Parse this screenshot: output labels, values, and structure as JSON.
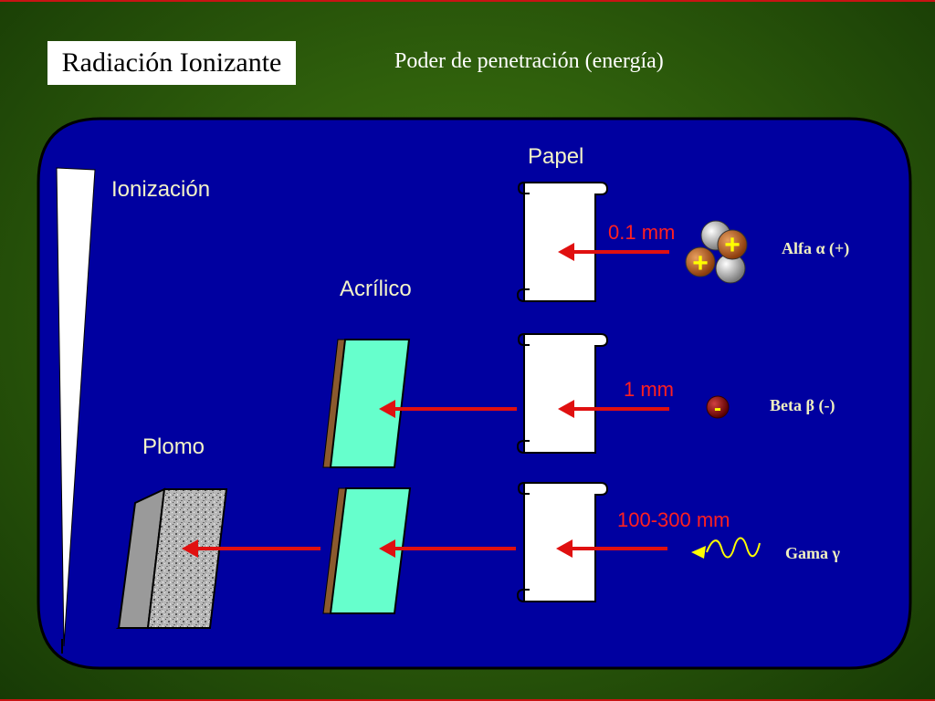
{
  "title": "Radiación Ionizante",
  "subtitle": "Poder de penetración (energía)",
  "ionization_label": "Ionización",
  "materials": {
    "paper": "Papel",
    "acrylic": "Acrílico",
    "lead": "Plomo"
  },
  "rows": [
    {
      "thickness": "0.1 mm",
      "radiation": "Alfa α (+)",
      "charge_a": "+",
      "charge_b": "+"
    },
    {
      "thickness": "1 mm",
      "radiation": "Beta β (-)",
      "charge": "-"
    },
    {
      "thickness": "100-300 mm",
      "radiation": "Gama γ"
    }
  ],
  "colors": {
    "panel": "#0000a0",
    "arrow": "#e01010",
    "acrylic": "#66ffcc",
    "label": "#f4f4c8"
  }
}
